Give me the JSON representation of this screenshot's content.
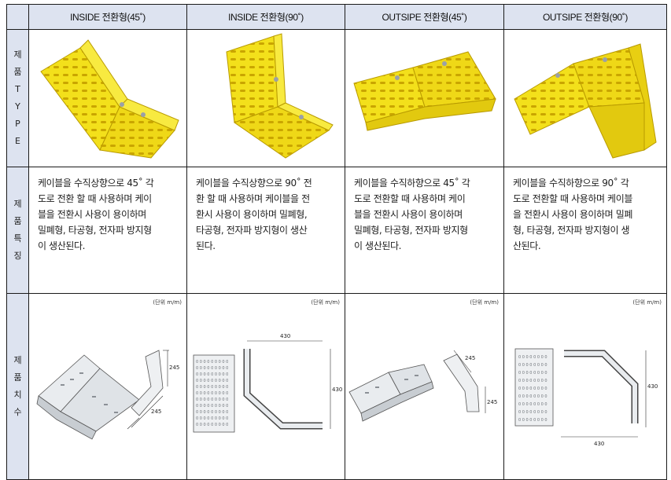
{
  "headers": [
    "INSIDE 전환형(45˚)",
    "INSIDE 전환형(90˚)",
    "OUTSIPE 전환형(45˚)",
    "OUTSIPE 전환형(90˚)"
  ],
  "row_labels": {
    "type": [
      "제",
      "품",
      "T",
      "Y",
      "P",
      "E"
    ],
    "feature": [
      "제",
      "품",
      "특",
      "징"
    ],
    "dimension": [
      "제",
      "품",
      "치",
      "수"
    ]
  },
  "features": [
    [
      "케이블을 수직상향으로 45˚ 각",
      "도로 전환 할 때 사용하며 케이",
      "블을 전환시 사용이 용이하며",
      "밀폐형, 타공형, 전자파 방지형",
      "이 생산된다."
    ],
    [
      "케이블을 수직상향으로 90˚ 전",
      "환 할 때 사용하며 케이블을 전",
      "환시 사용이 용이하며 밀폐형,",
      "타공형, 전자파 방지형이 생산",
      "된다."
    ],
    [
      "케이블을 수직하향으로 45˚ 각",
      "도로 전환할 때 사용하며 케이",
      "블을 전환시 사용이 용이하며",
      "밀폐형, 타공형, 전자파 방지형",
      "이 생산된다."
    ],
    [
      "케이블을 수직하향으로 90˚ 각",
      "도로 전환할 때 사용하며 케이블",
      "을 전환시 사용이 용이하며 밀폐",
      "형, 타공형, 전자파 방지형이 생",
      "산된다."
    ]
  ],
  "unit_label": "(단위 m/m)",
  "dims": {
    "c1": [
      "245",
      "245"
    ],
    "c2": [
      "430",
      "430"
    ],
    "c3": [
      "245",
      "245"
    ],
    "c4": [
      "430",
      "430"
    ]
  },
  "colors": {
    "header_bg": "#dde3f0",
    "tray_yellow": "#f3e01b",
    "border": "#1a1a1a"
  }
}
